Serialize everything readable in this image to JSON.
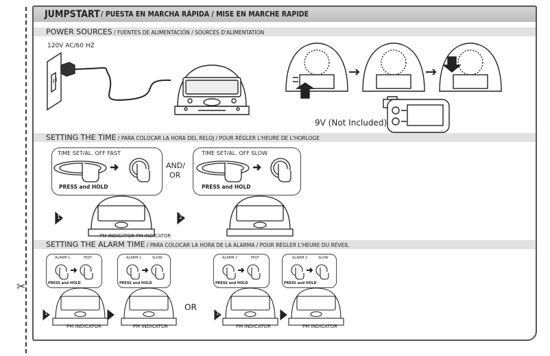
{
  "header": {
    "title_main": "JUMPSTART",
    "title_rest": " / PUESTA EN MARCHA RÁPIDA / MISE EN MARCHE RAPIDE"
  },
  "power": {
    "heading": "POWER SOURCES",
    "heading_rest": " / FUENTES DE ALIMENTACIÓN / SOURCES D'ALIMENTATION",
    "voltage": "120V AC/60 HZ",
    "battery_note": "9V (Not Included)"
  },
  "time": {
    "heading": "SETTING THE TIME",
    "heading_rest": " / PARA COLOCAR LA HORA DEL RELOJ / POUR RÉGLER L'HEURE DE L'HORLOGE",
    "box1_label": "TIME SET/AL. OFF FAST",
    "box2_label": "TIME SET/AL. OFF SLOW",
    "press_hold": "PRESS and HOLD",
    "and_or": "AND/",
    "or": "OR",
    "step1": "1",
    "step2": "2",
    "pm_indicator": "PM INDICATOR PM INDICATOR"
  },
  "alarm": {
    "heading": "SETTING THE ALARM TIME",
    "heading_rest": " / PARA COLOCAR LA HORA DE LA ALARMA / POUR RÉGLER L'HEURE DU RÉVEIL",
    "panels": [
      {
        "btn_a": "ALARM 1",
        "btn_b": "FAST",
        "hold": "PRESS and HOLD",
        "step": "1",
        "pm": "PM INDICATOR"
      },
      {
        "btn_a": "ALARM 1",
        "btn_b": "SLOW",
        "hold": "PRESS and HOLD",
        "pm": "PM INDICATOR"
      },
      {
        "btn_a": "ALARM 2",
        "btn_b": "FAST",
        "hold": "PRESS and HOLD",
        "step": "1",
        "pm": "PM INDICATOR"
      },
      {
        "btn_a": "ALARM 2",
        "btn_b": "SLOW",
        "hold": "PRESS and HOLD",
        "pm": "PM INDICATOR"
      }
    ],
    "or": "OR"
  }
}
